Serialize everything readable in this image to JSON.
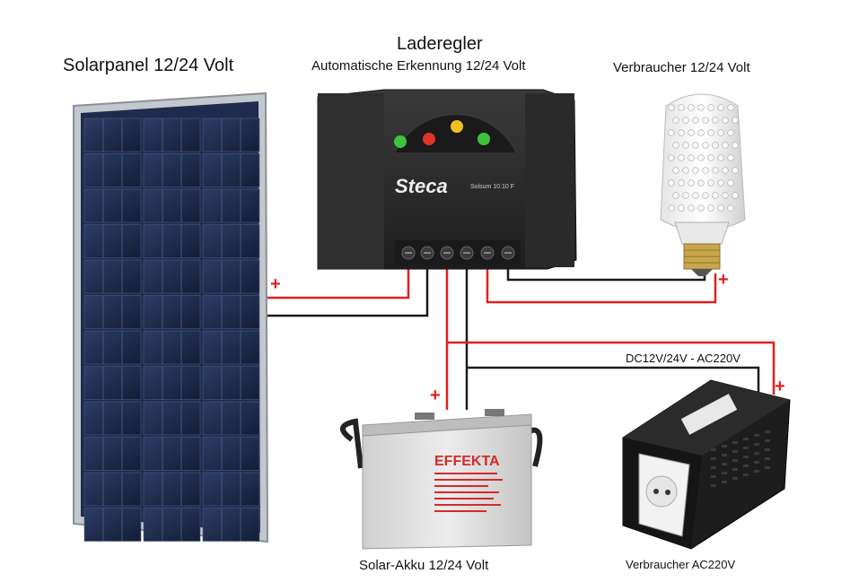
{
  "labels": {
    "solar_panel": "Solarpanel 12/24 Volt",
    "controller_title": "Laderegler",
    "controller_subtitle": "Automatische Erkennung 12/24 Volt",
    "load_dc": "Verbraucher 12/24 Volt",
    "inverter_spec": "DC12V/24V - AC220V",
    "battery": "Solar-Akku 12/24 Volt",
    "load_ac": "Verbraucher AC220V"
  },
  "markers": {
    "plus": "+"
  },
  "controller": {
    "brand": "Steca",
    "model": "Solsum 10.10 F"
  },
  "battery_unit": {
    "brand": "EFFEKTA"
  },
  "colors": {
    "positive_wire": "#e02020",
    "negative_wire": "#1a1a1a",
    "panel_cell": "#1c2a4a",
    "panel_frame": "#b8bcc4",
    "controller_body": "#2b2b2b",
    "battery_body": "#d9d9d9",
    "battery_brand": "#d42a2a",
    "inverter_body": "#1d1d1d",
    "led_green": "#3fc33a",
    "led_red": "#e0332b",
    "led_yellow": "#f0c020"
  },
  "icons": [
    "solar-panel-icon",
    "charge-controller-icon",
    "led-bulb-icon",
    "battery-icon",
    "inverter-icon"
  ]
}
